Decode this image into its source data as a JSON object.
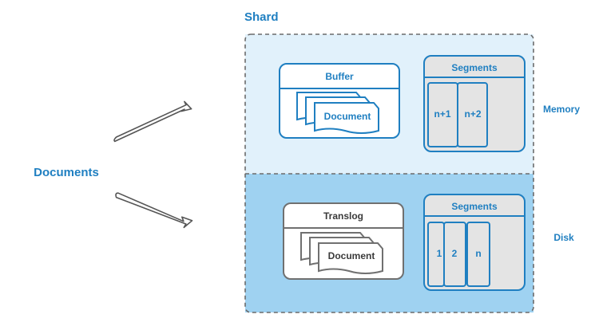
{
  "diagram": {
    "shard_label": "Shard",
    "documents_label": "Documents",
    "memory": {
      "zone_label": "Memory",
      "buffer_title": "Buffer",
      "buffer_doc_label": "Document",
      "segments_title": "Segments",
      "segments": [
        "n+1",
        "n+2"
      ]
    },
    "disk": {
      "zone_label": "Disk",
      "translog_title": "Translog",
      "translog_doc_label": "Document",
      "segments_title": "Segments",
      "segments": [
        "1",
        "2",
        "n"
      ]
    }
  },
  "colors": {
    "accent_text": "#1f7fc1",
    "box_border": "#1f7fc1",
    "memory_bg": "#e1f1fb",
    "disk_bg": "#9fd2f1",
    "translog_border": "#707070",
    "segment_fill": "#e4e4e4",
    "dashed_border": "#6b6b6b"
  }
}
